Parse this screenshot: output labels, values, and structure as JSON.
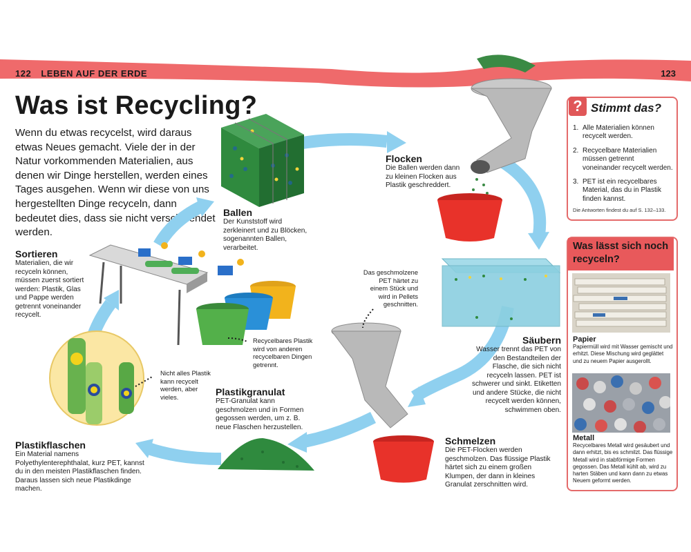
{
  "header": {
    "page_left": "122",
    "section": "LEBEN AUF DER ERDE",
    "page_right": "123"
  },
  "title": "Was ist Recycling?",
  "intro": "Wenn du etwas recycelst, wird daraus etwas Neues gemacht. Viele der in der Natur vorkommenden Materialien, aus denen wir Dinge herstellen, werden eines Tages ausgehen. Wenn wir diese von uns hergestellten Dinge recyceln, dann bedeutet dies, dass sie nicht verschwendet werden.",
  "steps": {
    "ballen": {
      "heading": "Ballen",
      "text": "Der Kunststoff wird zerkleinert und zu Blöcken, sogenannten Ballen, verarbeitet."
    },
    "flocken": {
      "heading": "Flocken",
      "text": "Die Ballen werden dann zu kleinen Flocken aus Plastik geschreddert."
    },
    "sortieren": {
      "heading": "Sortieren",
      "text": "Materialien, die wir recyceln können, müssen zuerst sortiert werden: Plastik, Glas und Pappe werden getrennt voneinander recycelt."
    },
    "saeubern": {
      "heading": "Säubern",
      "text": "Wasser trennt das PET von den Bestandteilen der Flasche, die sich nicht recyceln lassen. PET ist schwerer und sinkt. Etiketten und andere Stücke, die nicht recycelt werden können, schwimmen oben."
    },
    "plastikgranulat": {
      "heading": "Plastikgranulat",
      "text": "PET-Granulat kann geschmolzen und in Formen gegossen werden, um z. B. neue Flaschen herzustellen."
    },
    "schmelzen": {
      "heading": "Schmelzen",
      "text": "Die PET-Flocken werden geschmolzen. Das flüssige Plastik härtet sich zu einem großen Klumpen, der dann in kleines Granulat zerschnitten wird."
    },
    "plastikflaschen": {
      "heading": "Plastikflaschen",
      "text": "Ein Material namens Polyethylenterephthalat, kurz PET, kannst du in den meisten Plastikflaschen finden. Daraus lassen sich neue Plastikdinge machen."
    }
  },
  "notes": {
    "pellets": "Das geschmolzene PET härtet zu einem Stück und wird in Pellets geschnitten.",
    "bin": "Recycelbares Plastik wird von anderen recycelbaren Dingen getrennt.",
    "bottles": "Nicht alles Plastik kann recycelt werden, aber vieles."
  },
  "quiz": {
    "badge": "?",
    "heading": "Stimmt das?",
    "items": [
      {
        "n": "1.",
        "text": "Alle Materialien können recycelt werden."
      },
      {
        "n": "2.",
        "text": "Recycelbare Materialien müssen getrennt voneinander recycelt werden."
      },
      {
        "n": "3.",
        "text": "PET ist ein recycelbares Material, das du in Plastik finden kannst."
      }
    ],
    "footnote": "Die Antworten findest du auf S. 132–133."
  },
  "sidebar": {
    "heading": "Was lässt sich noch recyceln?",
    "papier": {
      "heading": "Papier",
      "text": "Papiermüll wird mit Wasser gemischt und erhitzt. Diese Mischung wird geglättet und zu neuem Papier ausgerollt."
    },
    "metall": {
      "heading": "Metall",
      "text": "Recycelbares Metall wird gesäubert und dann erhitzt, bis es schmilzt. Das flüssige Metall wird in stabförmige Formen gegossen. Das Metall kühlt ab, wird zu harten Stäben und kann dann zu etwas Neuem geformt werden."
    }
  },
  "colors": {
    "band": "#ef6a6b",
    "arrow": "#8fd0ef",
    "accent": "#e05758",
    "bale": "#2f8a3e",
    "bucket": "#e8322a"
  }
}
